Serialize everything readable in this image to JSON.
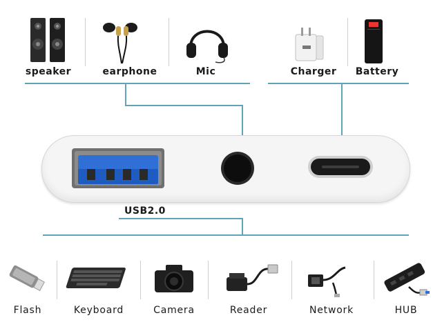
{
  "top_devices": [
    {
      "label": "speaker",
      "icon": "speaker-icon"
    },
    {
      "label": "earphone",
      "icon": "earphone-icon"
    },
    {
      "label": "Mic",
      "icon": "headphones-icon"
    },
    {
      "label": "Charger",
      "icon": "charger-icon"
    },
    {
      "label": "Battery",
      "icon": "battery-icon"
    }
  ],
  "adapter": {
    "usb_port_label": "USB2.0",
    "ports": [
      "usb-a-port-icon",
      "audio-jack-icon",
      "usb-c-port-icon"
    ]
  },
  "bottom_devices": [
    {
      "label": "Flash",
      "icon": "flash-drive-icon"
    },
    {
      "label": "Keyboard",
      "icon": "keyboard-icon"
    },
    {
      "label": "Camera",
      "icon": "camera-icon"
    },
    {
      "label": "Reader",
      "icon": "card-reader-icon"
    },
    {
      "label": "Network",
      "icon": "network-adapter-icon"
    },
    {
      "label": "HUB",
      "icon": "usb-hub-icon"
    }
  ],
  "colors": {
    "connector_line": "#5ea3b8",
    "usb_blue": "#2f6fd6",
    "adapter_body": "#f4f4f4"
  }
}
